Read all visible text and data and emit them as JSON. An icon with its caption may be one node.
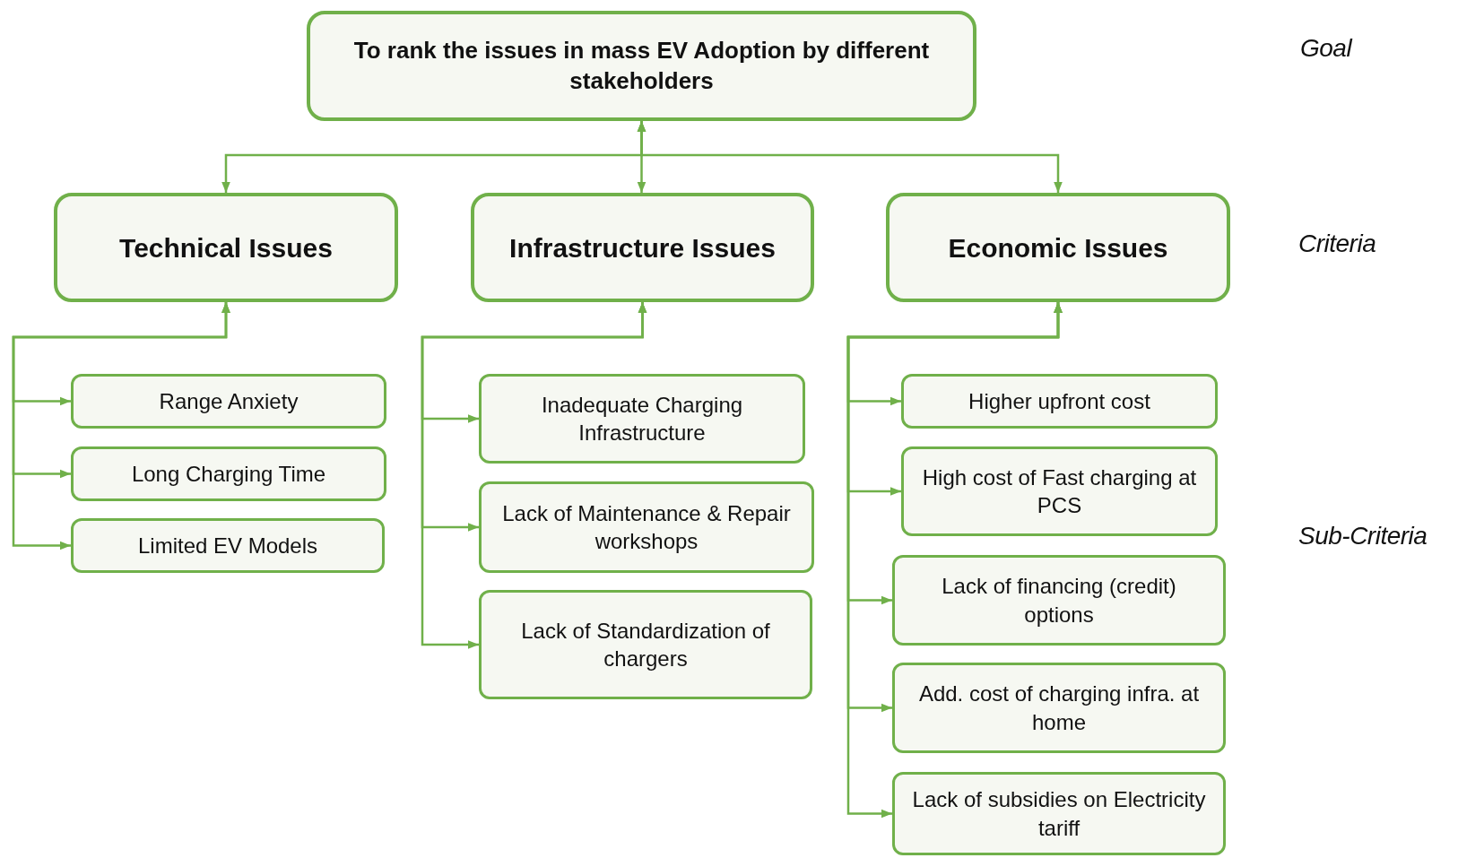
{
  "diagram": {
    "nodes": [
      {
        "text": [
          "To rank the issues in mass EV Adoption by different stakeholders"
        ]
      },
      {
        "text": [
          "Technical Issues"
        ]
      },
      {
        "text": [
          "Infrastructure Issues"
        ]
      },
      {
        "text": [
          "Economic Issues"
        ]
      },
      {
        "text": [
          "Range Anxiety"
        ]
      },
      {
        "text": [
          "Long Charging Time"
        ]
      },
      {
        "text": [
          "Limited EV Models"
        ]
      },
      {
        "text": [
          "Inadequate Charging Infrastructure"
        ]
      },
      {
        "text": [
          "Lack of Maintenance & Repair workshops"
        ]
      },
      {
        "text": [
          "Lack of Standardization of chargers"
        ]
      },
      {
        "text": [
          "Higher upfront cost"
        ]
      },
      {
        "text": [
          "High cost of Fast charging at PCS"
        ]
      },
      {
        "text": [
          "Lack of financing (credit) options"
        ]
      },
      {
        "text": [
          "Add. cost of charging infra. at home"
        ]
      },
      {
        "text": [
          "Lack of subsidies on Electricity tariff"
        ]
      }
    ],
    "edges": [
      {
        "from": 0,
        "to": 1,
        "arrow": "both"
      },
      {
        "from": 0,
        "to": 2,
        "arrow": "both"
      },
      {
        "from": 0,
        "to": 3,
        "arrow": "both"
      },
      {
        "from": 1,
        "to": 4,
        "arrow": "both"
      },
      {
        "from": 1,
        "to": 5,
        "arrow": "both"
      },
      {
        "from": 1,
        "to": 6,
        "arrow": "both"
      },
      {
        "from": 2,
        "to": 7,
        "arrow": "both"
      },
      {
        "from": 2,
        "to": 8,
        "arrow": "both"
      },
      {
        "from": 2,
        "to": 9,
        "arrow": "both"
      },
      {
        "from": 3,
        "to": 10,
        "arrow": "both"
      },
      {
        "from": 3,
        "to": 11,
        "arrow": "both"
      },
      {
        "from": 3,
        "to": 12,
        "arrow": "both"
      },
      {
        "from": 3,
        "to": 13,
        "arrow": "both"
      },
      {
        "from": 3,
        "to": 14,
        "arrow": "both"
      }
    ],
    "labels": [
      "Goal",
      "Criteria",
      "Sub-Criteria"
    ]
  }
}
